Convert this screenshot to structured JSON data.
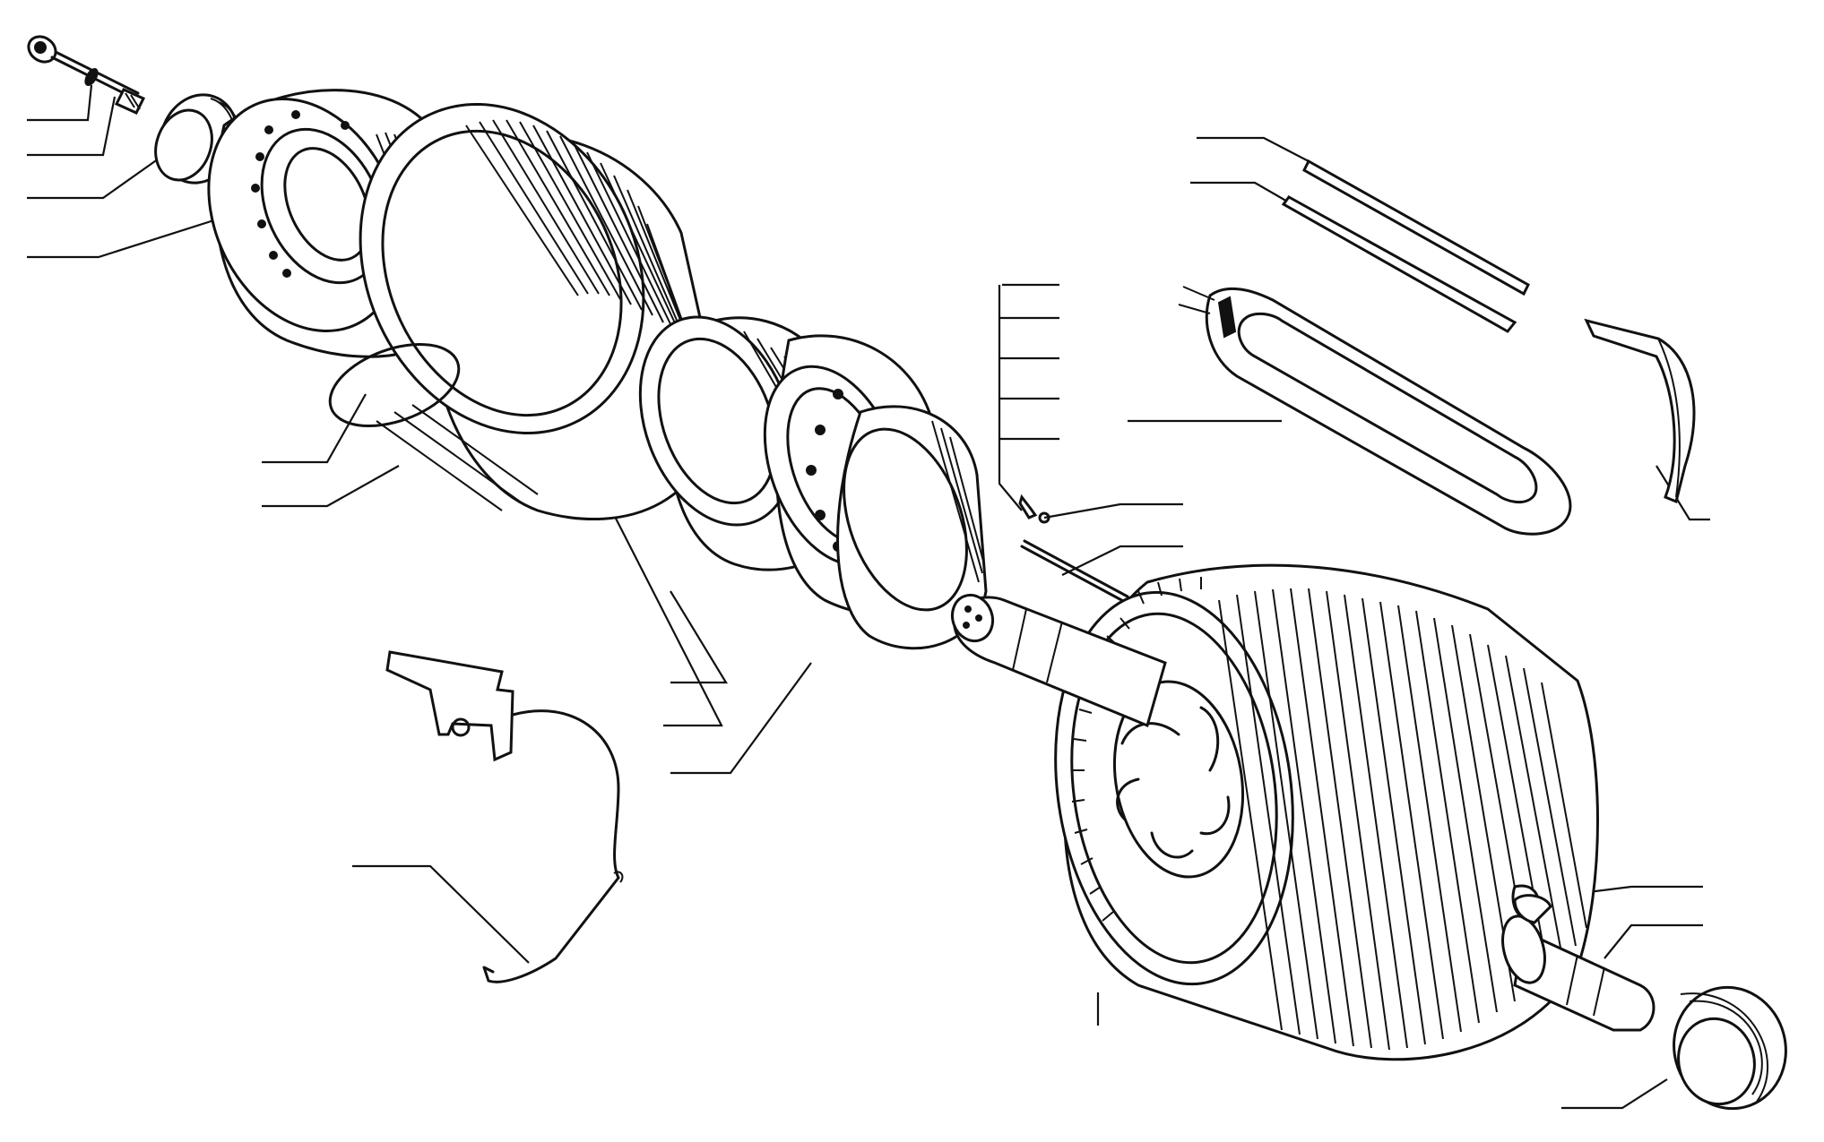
{
  "figure": {
    "parts": [
      {
        "id": "screw-bolt"
      },
      {
        "id": "washer"
      },
      {
        "id": "small-ring-left"
      },
      {
        "id": "end-shield-bearing"
      },
      {
        "id": "brush-holder-ring"
      },
      {
        "id": "commutator-plate"
      },
      {
        "id": "stator-yoke"
      },
      {
        "id": "field-coil-ring"
      },
      {
        "id": "bearing-housing"
      },
      {
        "id": "key-pin"
      },
      {
        "id": "shaft-key"
      },
      {
        "id": "strip-insulation-a"
      },
      {
        "id": "strip-insulation-b"
      },
      {
        "id": "armature-coil"
      },
      {
        "id": "wedge-insulator"
      },
      {
        "id": "armature-core"
      },
      {
        "id": "shaft-end"
      },
      {
        "id": "bearing-ring-right"
      },
      {
        "id": "wire-clip"
      },
      {
        "id": "bracket-plate"
      }
    ],
    "callout_count": 26
  }
}
